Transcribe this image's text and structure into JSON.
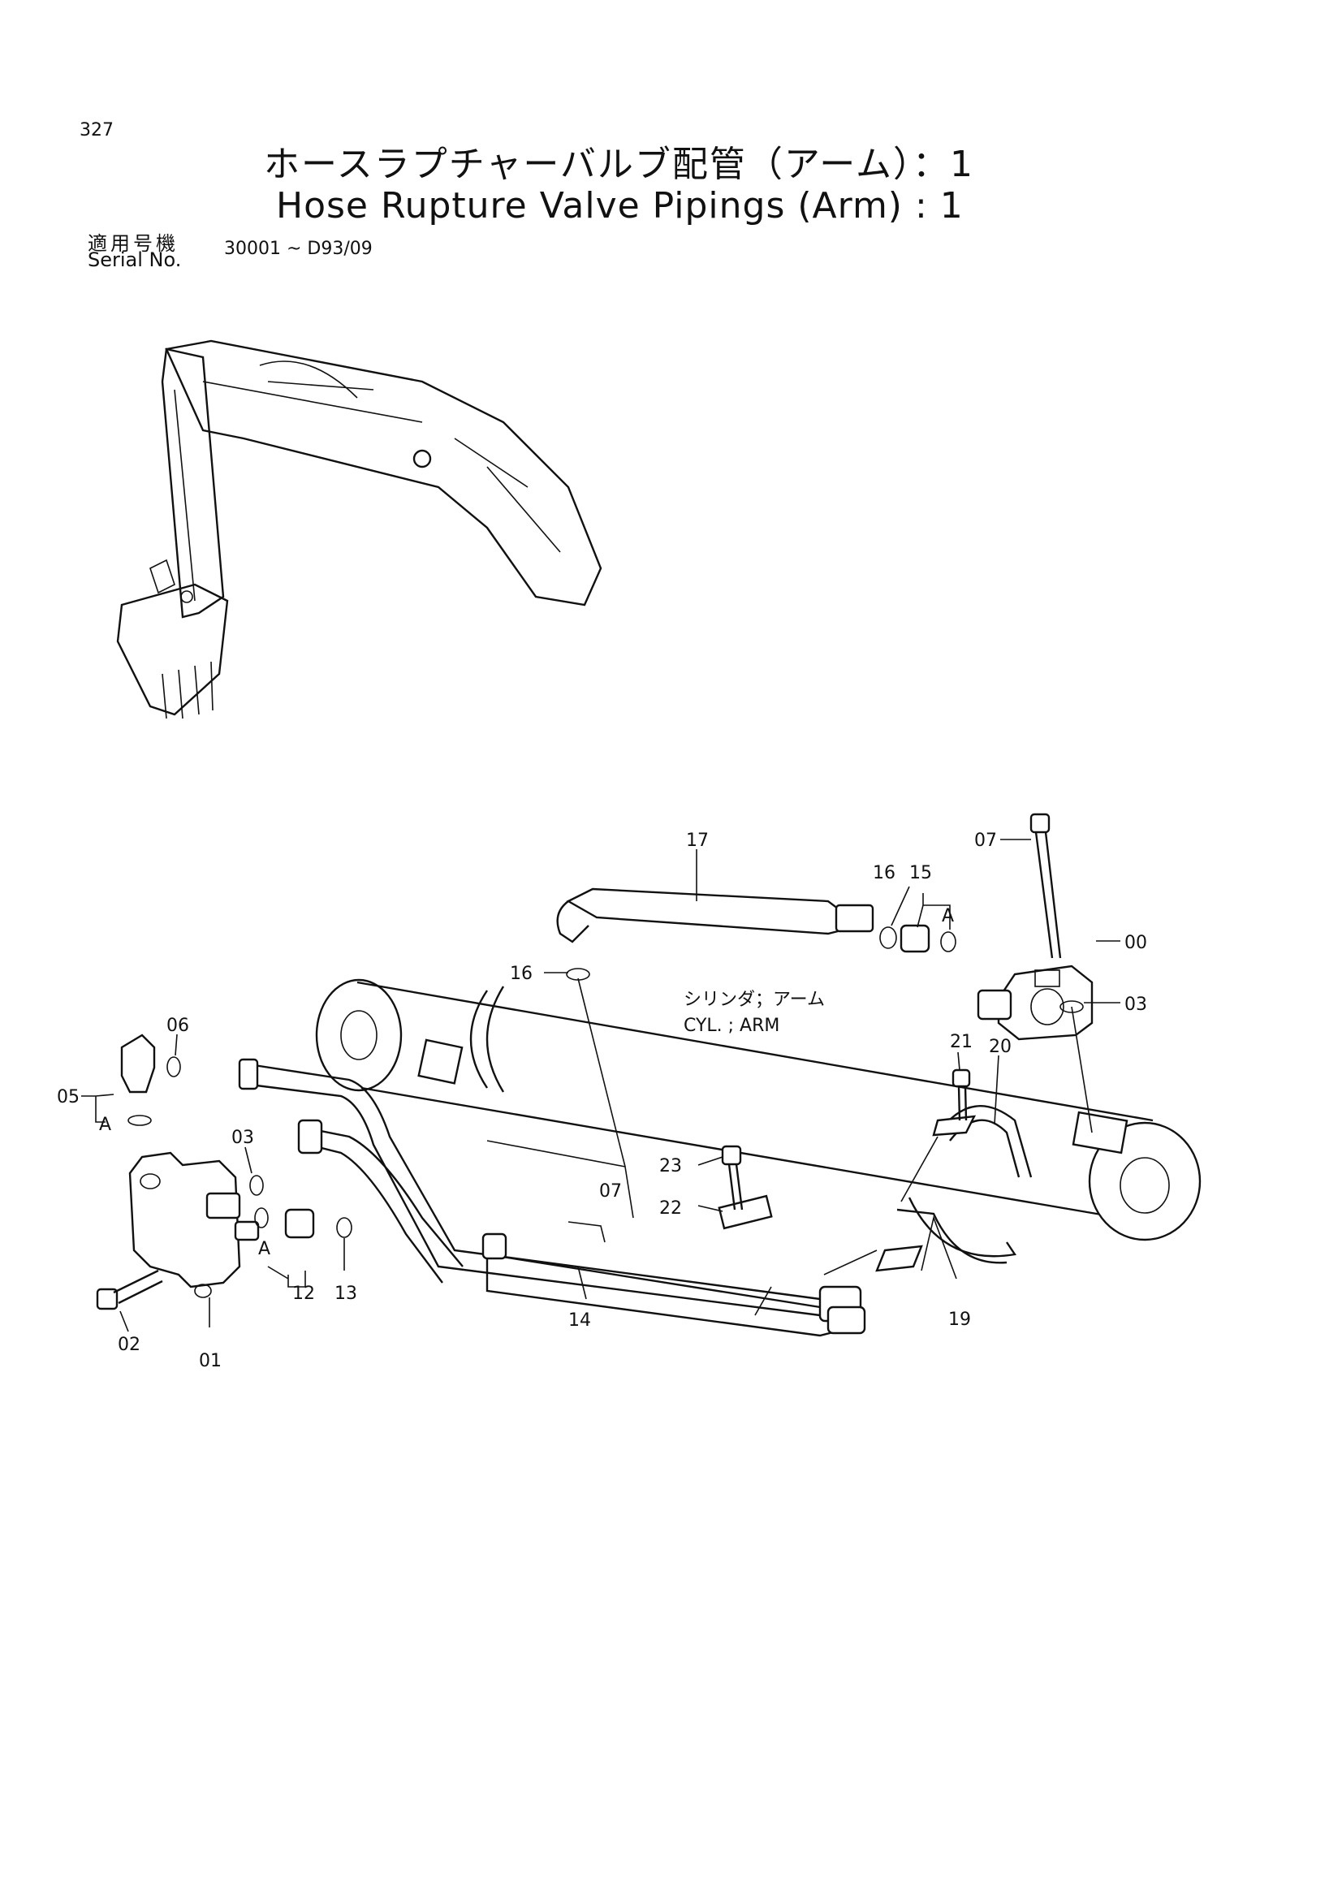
{
  "header": {
    "page_number": "327",
    "title_jp": "ホースラプチャーバルブ配管（アーム）：1",
    "title_en": "Hose Rupture Valve Pipings (Arm) : 1",
    "serial_label_jp": "適用号機",
    "serial_label_en": "Serial No.",
    "serial_value": "30001 ~ D93/09"
  },
  "diagram": {
    "cylinder_label_jp": "シリンダ；アーム",
    "cylinder_label_en": "CYL. ; ARM",
    "part_labels": {
      "p00": "00",
      "p01": "01",
      "p02": "02",
      "p03a": "03",
      "p03b": "03",
      "p05": "05",
      "p06": "06",
      "p07a": "07",
      "p07b": "07",
      "p12": "12",
      "p13": "13",
      "p14": "14",
      "p15": "15",
      "p16a": "16",
      "p16b": "16",
      "p17": "17",
      "p19": "19",
      "p20": "20",
      "p21": "21",
      "p22": "22",
      "p23": "23",
      "pA1": "A",
      "pA2": "A",
      "pA3": "A"
    }
  }
}
